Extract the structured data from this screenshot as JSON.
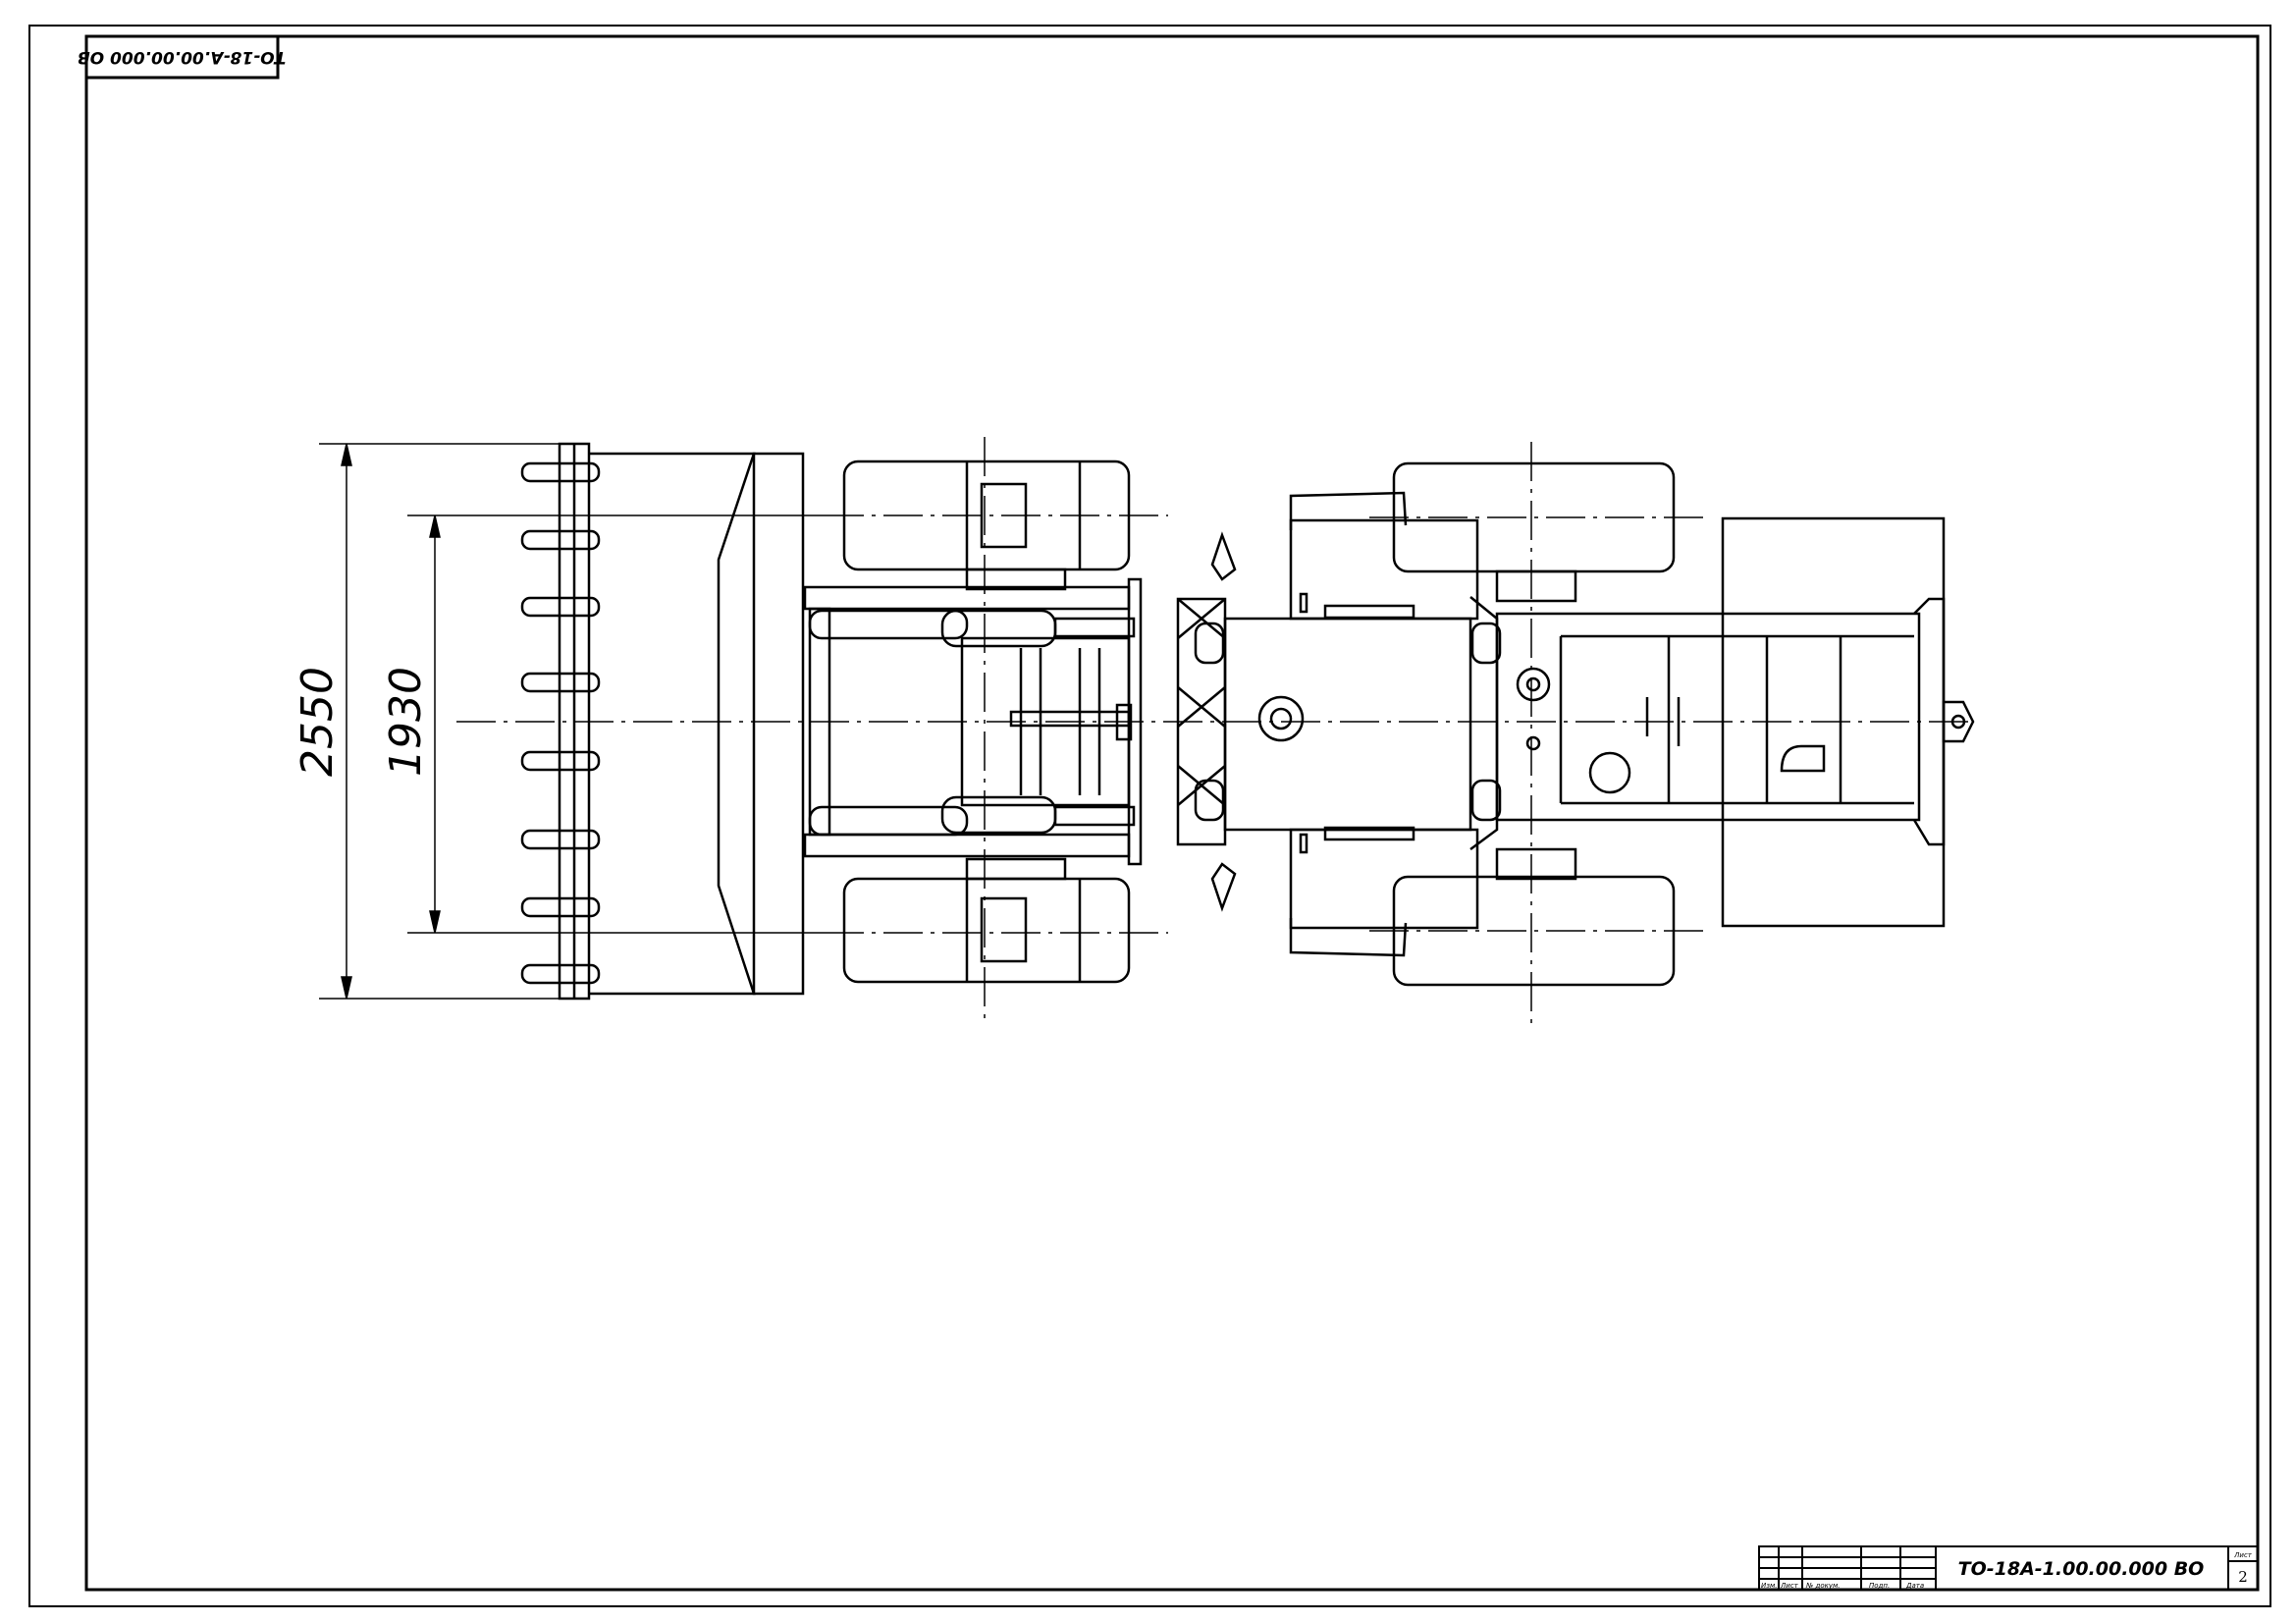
{
  "drawing": {
    "stamp_code": "ТО-18-А.00.00.000 ОВ",
    "dimension_outer": "2550",
    "dimension_inner": "1930"
  },
  "title_block": {
    "designation": "ТО-18А-1.00.00.000 ВО",
    "sheet_label": "Лист",
    "sheet_number": "2",
    "columns": [
      "Изм.",
      "Лист",
      "№ докум.",
      "Подп.",
      "Дата"
    ]
  }
}
